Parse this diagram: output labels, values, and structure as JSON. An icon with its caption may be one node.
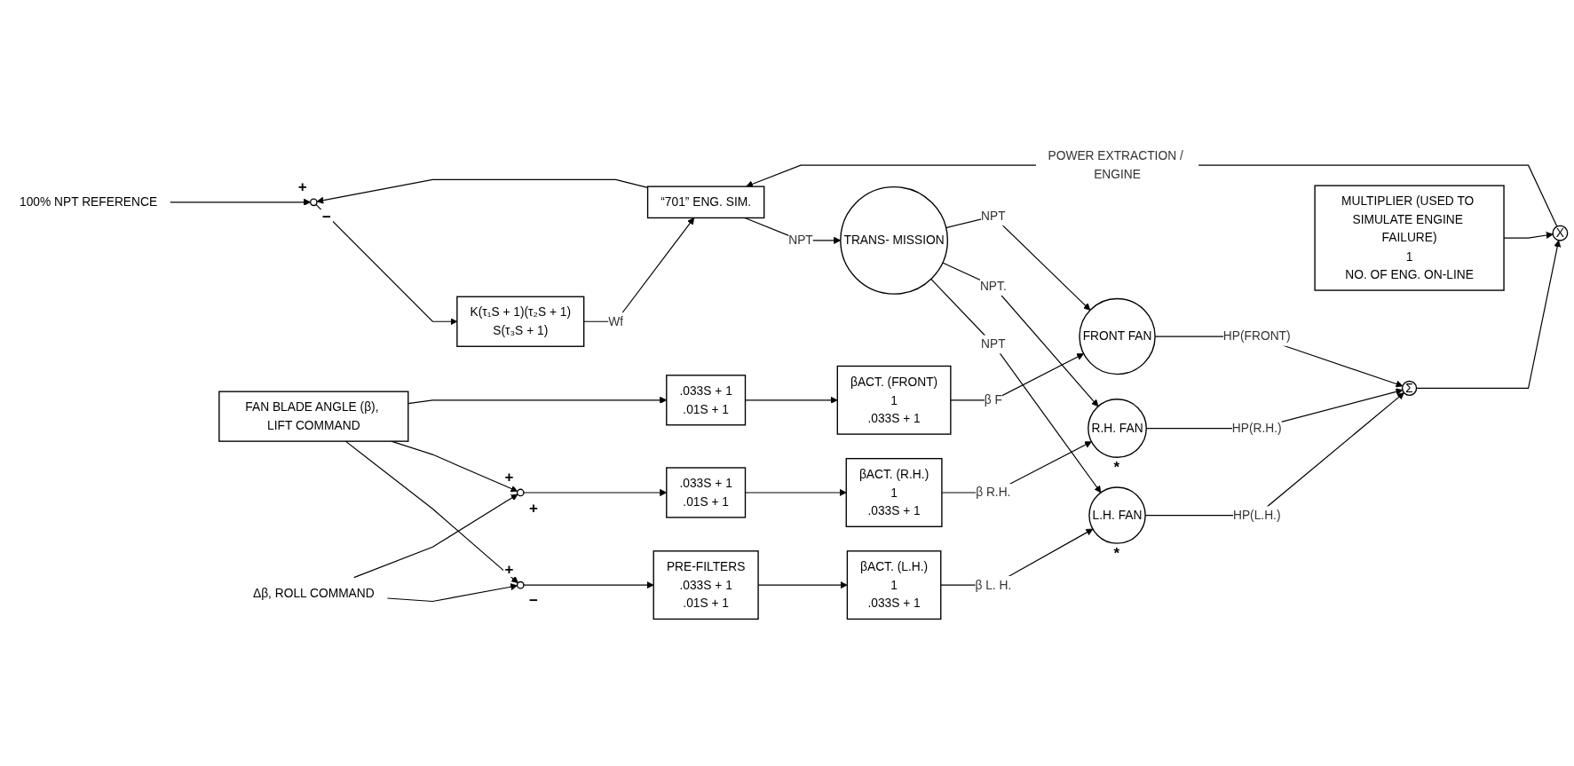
{
  "diagram": {
    "nodes": [
      {
        "text": [
          "100% NPT REFERENCE"
        ]
      },
      {
        "text": [],
        "shape": "circle",
        "beside": [
          "+",
          "−"
        ]
      },
      {
        "text": [
          "K(τ₁S + 1)(τ₂S + 1)",
          "S(τ₃S + 1)"
        ]
      },
      {
        "text": [
          "“701” ENG. SIM."
        ]
      },
      {
        "text": [
          "TRANS- MISSION"
        ]
      },
      {
        "text": [
          "FAN BLADE ANGLE (β), LIFT COMMAND"
        ]
      },
      {
        "text": [
          "Δβ, ROLL COMMAND"
        ]
      },
      {
        "text": [],
        "shape": "circle",
        "beside": [
          "+",
          "−"
        ]
      },
      {
        "text": [],
        "shape": "circle",
        "beside": [
          "+",
          "+"
        ]
      },
      {
        "text": [
          "PRE-FILTERS",
          ".033S + 1",
          ".01S + 1"
        ]
      },
      {
        "text": [
          ".033S + 1",
          ".01S + 1"
        ]
      },
      {
        "text": [
          ".033S + 1",
          ".01S + 1"
        ]
      },
      {
        "text": [
          "βACT. (L.H.)",
          "1",
          ".033S + 1"
        ]
      },
      {
        "text": [
          "βACT. (R.H.)",
          "1",
          ".033S + 1"
        ]
      },
      {
        "text": [
          "βACT. (FRONT)",
          "1",
          ".033S + 1"
        ]
      },
      {
        "text": [
          "L.H. FAN"
        ],
        "beside": [
          "*"
        ]
      },
      {
        "text": [
          "R.H. FAN"
        ],
        "beside": [
          "*"
        ]
      },
      {
        "text": [
          "FRONT FAN"
        ]
      },
      {
        "text": [
          "Σ"
        ]
      },
      {
        "text": [
          "X"
        ]
      },
      {
        "text": [
          "MULTIPLIER (USED TO SIMULATE ENGINE FAILURE)",
          "1",
          "NO. OF ENG. ON-LINE"
        ]
      }
    ],
    "edges": [
      {
        "from": 0,
        "to": 1,
        "arrow": "to"
      },
      {
        "from": 1,
        "to": 2,
        "arrow": "to"
      },
      {
        "from": 2,
        "to": 3,
        "label": "Wf",
        "arrow": "to"
      },
      {
        "from": 3,
        "to": 4,
        "label": "NPT",
        "arrow": "to"
      },
      {
        "from": 3,
        "to": 1,
        "arrow": "to"
      },
      {
        "from": 19,
        "to": 3,
        "label": "POWER EXTRACTION / ENGINE",
        "arrow": "to"
      },
      {
        "from": 5,
        "to": 7,
        "arrow": "to"
      },
      {
        "from": 5,
        "to": 8,
        "arrow": "to"
      },
      {
        "from": 5,
        "to": 11,
        "arrow": "to"
      },
      {
        "from": 6,
        "to": 7,
        "arrow": "to"
      },
      {
        "from": 6,
        "to": 8,
        "arrow": "to"
      },
      {
        "from": 7,
        "to": 9,
        "arrow": "to"
      },
      {
        "from": 8,
        "to": 10,
        "arrow": "to"
      },
      {
        "from": 9,
        "to": 12,
        "arrow": "to"
      },
      {
        "from": 10,
        "to": 13,
        "arrow": "to"
      },
      {
        "from": 11,
        "to": 14,
        "arrow": "to"
      },
      {
        "from": 12,
        "to": 15,
        "label": "β L. H.",
        "arrow": "to"
      },
      {
        "from": 13,
        "to": 16,
        "label": "β R.H.",
        "arrow": "to"
      },
      {
        "from": 14,
        "to": 17,
        "label": "β F",
        "arrow": "to"
      },
      {
        "from": 4,
        "to": 15,
        "label": "NPT",
        "arrow": "to"
      },
      {
        "from": 4,
        "to": 16,
        "label": "NPT.",
        "arrow": "to"
      },
      {
        "from": 4,
        "to": 17,
        "label": "NPT",
        "arrow": "to"
      },
      {
        "from": 15,
        "to": 18,
        "label": "HP(L.H.)",
        "arrow": "to"
      },
      {
        "from": 16,
        "to": 18,
        "label": "HP(R.H.)",
        "arrow": "to"
      },
      {
        "from": 17,
        "to": 18,
        "label": "HP(FRONT)",
        "arrow": "to"
      },
      {
        "from": 18,
        "to": 19,
        "arrow": "to"
      },
      {
        "from": 20,
        "to": 19,
        "arrow": "to"
      }
    ]
  }
}
